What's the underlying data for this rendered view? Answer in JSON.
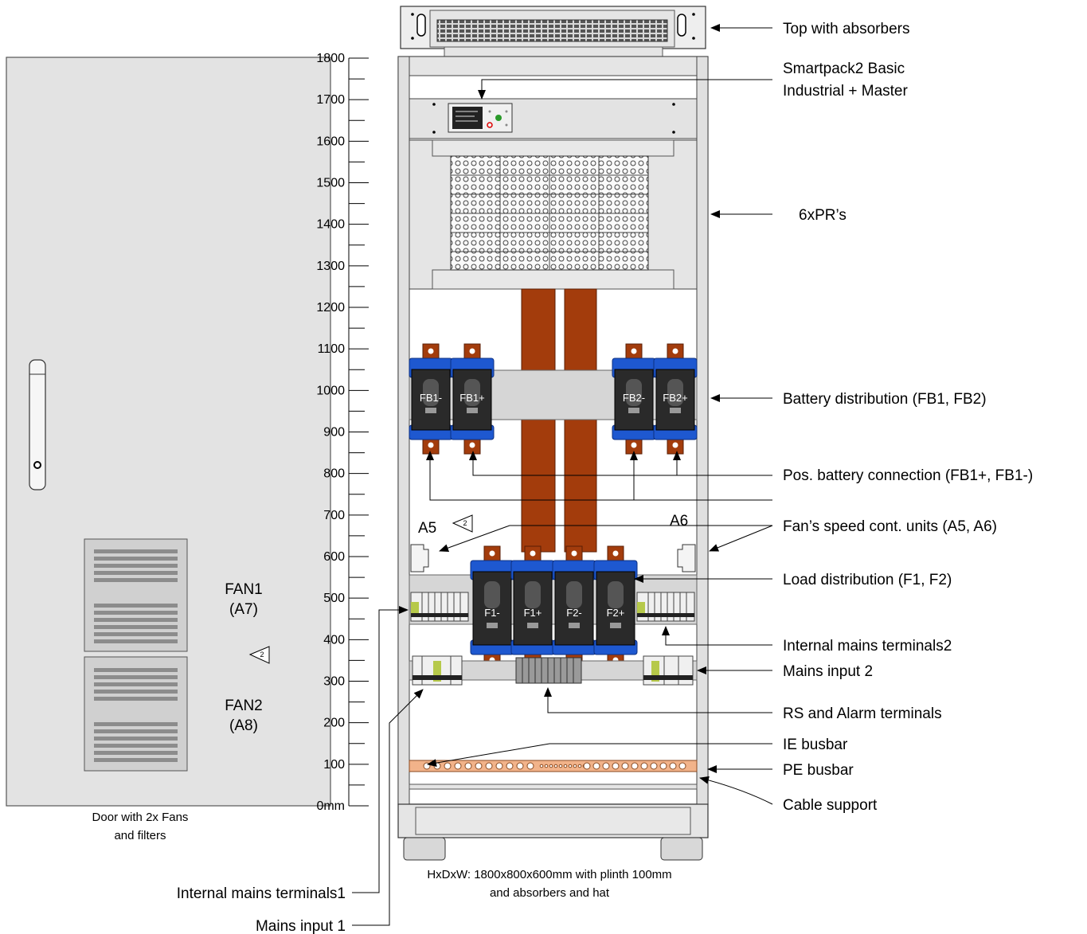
{
  "door": {
    "caption_line1": "Door with 2x Fans",
    "caption_line2": "and filters",
    "fan1": {
      "name": "FAN1",
      "id": "(A7)"
    },
    "fan2": {
      "name": "FAN2",
      "id": "(A8)"
    },
    "marker": "2"
  },
  "scale": {
    "ticks": [
      "1800",
      "1700",
      "1600",
      "1500",
      "1400",
      "1300",
      "1200",
      "1100",
      "1000",
      "900",
      "800",
      "700",
      "600",
      "500",
      "400",
      "300",
      "200",
      "100",
      "0mm"
    ]
  },
  "cabinet": {
    "fb_labels": [
      "FB1-",
      "FB1+",
      "FB2-",
      "FB2+"
    ],
    "f_labels": [
      "F1-",
      "F1+",
      "F2-",
      "F2+"
    ],
    "a5": "A5",
    "a6": "A6",
    "marker": "2",
    "dims_line1": "HxDxW: 1800x800x600mm with plinth 100mm",
    "dims_line2": "and absorbers and hat"
  },
  "callouts": {
    "top": "Top with absorbers",
    "smartpack_line1": "Smartpack2 Basic",
    "smartpack_line2": "Industrial + Master",
    "prs": "6xPR’s",
    "battery_dist": "Battery distribution (FB1, FB2)",
    "pos_battery": "Pos. battery connection (FB1+, FB1-)",
    "fan_units": "Fan’s speed cont. units (A5, A6)",
    "load_dist": "Load distribution (F1, F2)",
    "internal_mains2": "Internal mains terminals2",
    "mains_input2": "Mains input 2",
    "rs_alarm": "RS and Alarm terminals",
    "ie_busbar": "IE busbar",
    "pe_busbar": "PE busbar",
    "cable_support": "Cable support",
    "internal_mains1": "Internal mains terminals1",
    "mains_input1": "Mains input 1"
  },
  "colors": {
    "busbar_copper": "#a33c0c",
    "fuse_blue": "#1e58d0",
    "fuse_body": "#2a2a2a",
    "pe_busbar": "#f2b38a",
    "panel_grey": "#e3e3e3"
  }
}
